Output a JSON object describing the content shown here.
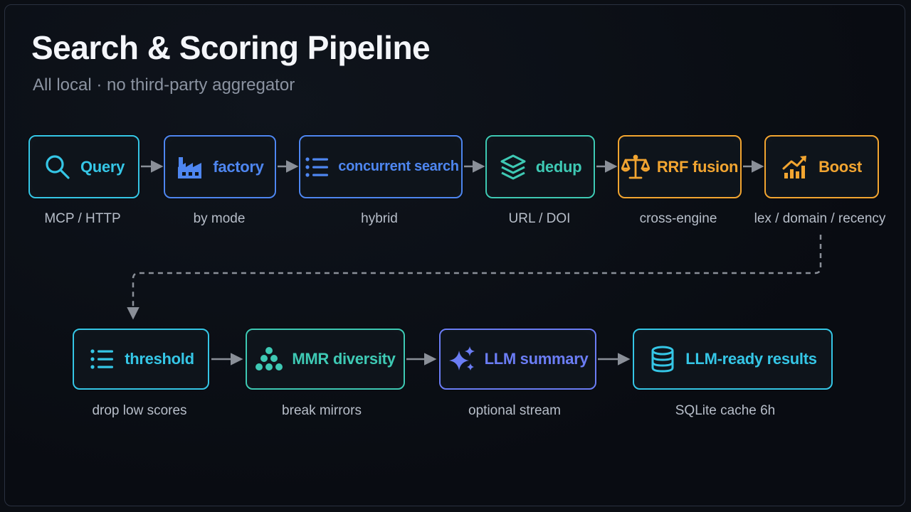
{
  "title": "Search & Scoring Pipeline",
  "subtitle": "All local · no third-party aggregator",
  "colors": {
    "cyan": "#35c6e6",
    "blue": "#4e86f0",
    "teal": "#3ec9b4",
    "orange": "#f2a531",
    "violet": "#6b7df5",
    "arrow": "#8a8f98"
  },
  "row1": [
    {
      "label": "Query",
      "caption": "MCP / HTTP",
      "icon": "search-icon",
      "color": "#35c6e6"
    },
    {
      "label": "factory",
      "caption": "by mode",
      "icon": "factory-icon",
      "color": "#4e86f0"
    },
    {
      "label": "concurrent search",
      "caption": "hybrid",
      "icon": "list-icon",
      "color": "#4e86f0"
    },
    {
      "label": "dedup",
      "caption": "URL / DOI",
      "icon": "layers-icon",
      "color": "#3ec9b4"
    },
    {
      "label": "RRF fusion",
      "caption": "cross-engine",
      "icon": "scales-icon",
      "color": "#f2a531"
    },
    {
      "label": "Boost",
      "caption": "lex / domain / recency",
      "icon": "chart-up-icon",
      "color": "#f2a531"
    }
  ],
  "row2": [
    {
      "label": "threshold",
      "caption": "drop low scores",
      "icon": "list-icon",
      "color": "#35c6e6"
    },
    {
      "label": "MMR diversity",
      "caption": "break mirrors",
      "icon": "dots-cluster-icon",
      "color": "#3ec9b4"
    },
    {
      "label": "LLM summary",
      "caption": "optional stream",
      "icon": "sparkle-icon",
      "color": "#6b7df5"
    },
    {
      "label": "LLM-ready results",
      "caption": "SQLite cache 6h",
      "icon": "database-icon",
      "color": "#35c6e6"
    }
  ]
}
